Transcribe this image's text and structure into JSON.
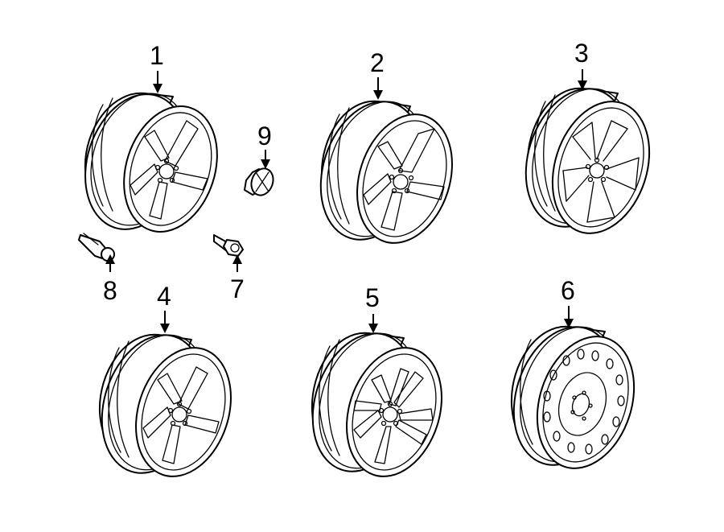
{
  "callouts": {
    "c1": "1",
    "c2": "2",
    "c3": "3",
    "c4": "4",
    "c5": "5",
    "c6": "6",
    "c7": "7",
    "c8": "8",
    "c9": "9"
  },
  "icons": [
    "wheel",
    "lug-nut",
    "center-cap",
    "arrow"
  ],
  "colors": {
    "line": "#000000",
    "background": "#ffffff"
  }
}
